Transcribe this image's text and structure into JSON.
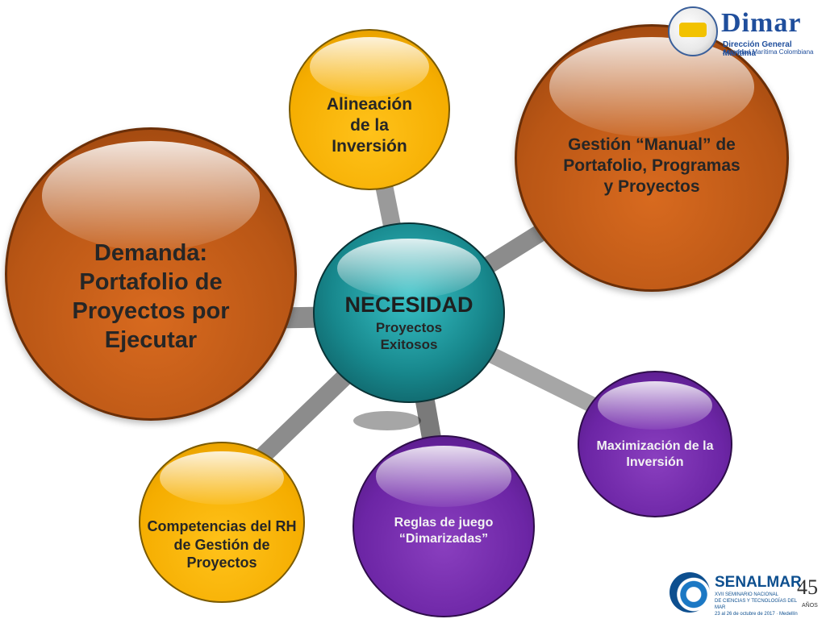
{
  "diagram": {
    "center": {
      "title": "NECESIDAD",
      "subtitle_line1": "Proyectos",
      "subtitle_line2": "Exitosos"
    },
    "nodes": {
      "demanda": {
        "lines": [
          "Demanda:",
          "Portafolio de",
          "Proyectos por",
          "Ejecutar"
        ]
      },
      "alineacion": {
        "lines": [
          "Alineación",
          "de la",
          "Inversión"
        ]
      },
      "gestion": {
        "lines": [
          "Gestión “Manual” de",
          "Portafolio, Programas",
          "y Proyectos"
        ]
      },
      "maximizacion": {
        "lines": [
          "Maximización de la",
          "Inversión"
        ]
      },
      "reglas": {
        "lines": [
          "Reglas de juego",
          "“Dimarizadas”"
        ]
      },
      "competencias": {
        "lines": [
          "Competencias del RH",
          "de Gestión de",
          "Proyectos"
        ]
      }
    }
  },
  "logos": {
    "dimar": {
      "name": "Dimar",
      "sub1": "Dirección General Marítima",
      "sub2": "Autoridad Marítima Colombiana"
    },
    "senalmar": {
      "name": "SENALMAR",
      "tag_line1": "XVII SEMINARIO NACIONAL",
      "tag_line2": "DE CIENCIAS Y TECNOLOGÍAS DEL MAR",
      "tag_line3": "23 al 26 de octubre de 2017 · Medellín",
      "anios_number": "45",
      "anios_label": "AÑOS"
    }
  },
  "colors": {
    "orange": "#b95615",
    "yellow": "#f5ad00",
    "purple": "#6c25a5",
    "teal": "#17878c",
    "connector": "#8c8c8c"
  }
}
